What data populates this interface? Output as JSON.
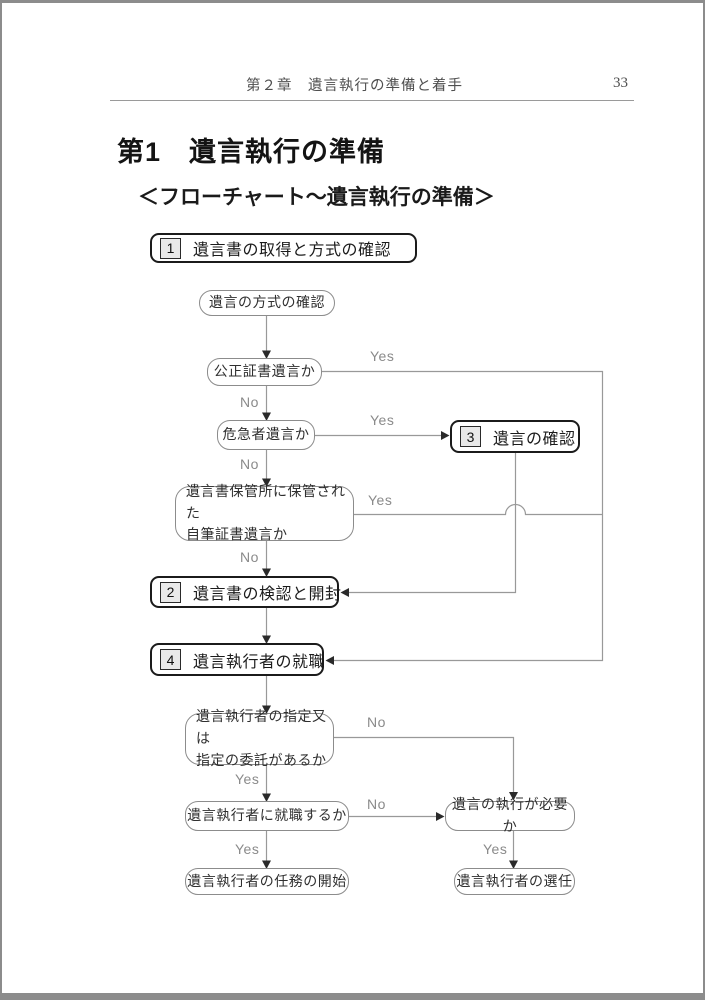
{
  "page": {
    "header": {
      "chapter_title": "第２章　遺言執行の準備と着手",
      "page_number": "33"
    },
    "section_title": "第1　遺言執行の準備",
    "flowchart_title": "＜フローチャート～遺言執行の準備＞"
  },
  "flowchart": {
    "yes": "Yes",
    "no": "No",
    "nodes": {
      "step1": {
        "number": "1",
        "label": "遺言書の取得と方式の確認"
      },
      "method_check": {
        "label": "遺言の方式の確認"
      },
      "notarized": {
        "label": "公正証書遺言か"
      },
      "emergency": {
        "label": "危急者遺言か"
      },
      "deposited": {
        "line1": "遺言書保管所に保管された",
        "line2": "自筆証書遺言か"
      },
      "step2": {
        "number": "2",
        "label": "遺言書の検認と開封"
      },
      "step3": {
        "number": "3",
        "label": "遺言の確認"
      },
      "step4": {
        "number": "4",
        "label": "遺言執行者の就職"
      },
      "designation": {
        "line1": "遺言執行者の指定又は",
        "line2": "指定の委託があるか"
      },
      "assume_office": {
        "label": "遺言執行者に就職するか"
      },
      "start_duties": {
        "label": "遺言執行者の任務の開始"
      },
      "execution_needed": {
        "label": "遺言の執行が必要か"
      },
      "appointment": {
        "label": "遺言執行者の選任"
      }
    }
  },
  "colors": {
    "connector_gray": "#999999",
    "box_border_gray": "#8c8c8c",
    "numbered_box_black": "#1b1b1b"
  }
}
